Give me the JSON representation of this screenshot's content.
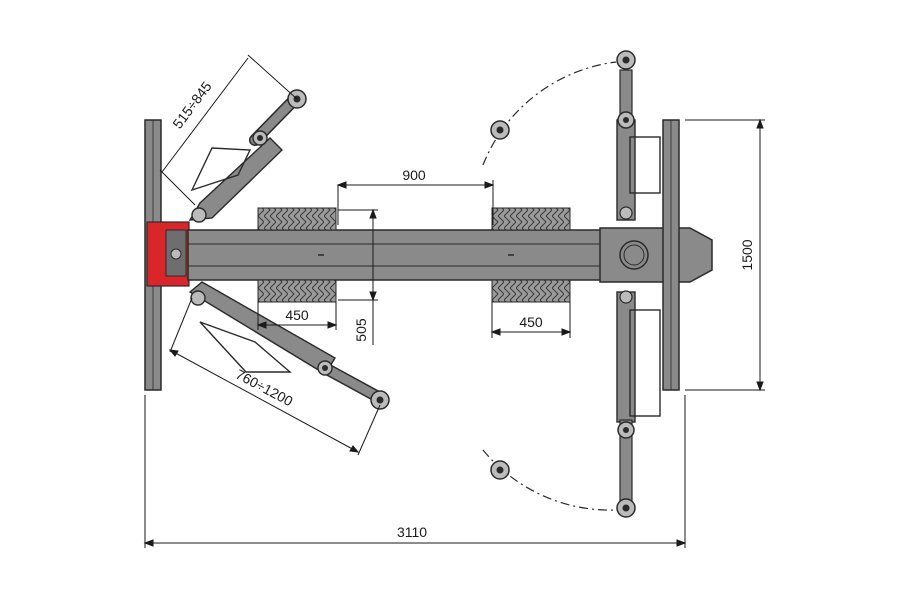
{
  "colors": {
    "frame": "#888888",
    "frame_dark": "#6e6e6e",
    "outline": "#2a2a2a",
    "accent": "#d9262b",
    "dimension": "#1a1a1a",
    "background": "#ffffff"
  },
  "dimensions": {
    "overall_length": "3110",
    "column_span": "1500",
    "wheel_spacing": "900",
    "runway_width": "505",
    "wheel_width_left": "450",
    "wheel_width_right": "450",
    "short_arm_range": "515÷845",
    "long_arm_range": "760÷1200"
  }
}
